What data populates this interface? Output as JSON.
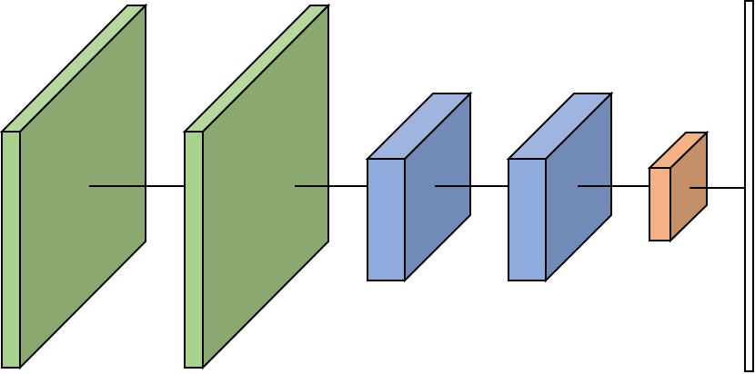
{
  "diagram": {
    "type": "cnn-architecture",
    "layers": [
      {
        "id": "conv-1",
        "kind": "conv-block",
        "colors": {
          "front": "#a9d18e",
          "side": "#8aa86f",
          "top": "#b5d99c"
        }
      },
      {
        "id": "conv-2",
        "kind": "conv-block",
        "colors": {
          "front": "#a9d18e",
          "side": "#8aa86f",
          "top": "#b5d99c"
        }
      },
      {
        "id": "dense-1",
        "kind": "feature-block",
        "colors": {
          "front": "#8faadc",
          "side": "#728bb6",
          "top": "#9fb5e0"
        }
      },
      {
        "id": "dense-2",
        "kind": "feature-block",
        "colors": {
          "front": "#8faadc",
          "side": "#728bb6",
          "top": "#9fb5e0"
        }
      },
      {
        "id": "bottleneck",
        "kind": "small-block",
        "colors": {
          "front": "#f4b183",
          "side": "#c49068",
          "top": "#f4b183"
        }
      },
      {
        "id": "output",
        "kind": "output-bar",
        "colors": {
          "front": "#ffffff"
        }
      }
    ],
    "connections": [
      {
        "from": "conv-1",
        "to": "conv-2"
      },
      {
        "from": "conv-2",
        "to": "dense-1"
      },
      {
        "from": "dense-1",
        "to": "dense-2"
      },
      {
        "from": "dense-2",
        "to": "bottleneck"
      },
      {
        "from": "bottleneck",
        "to": "output"
      }
    ]
  }
}
